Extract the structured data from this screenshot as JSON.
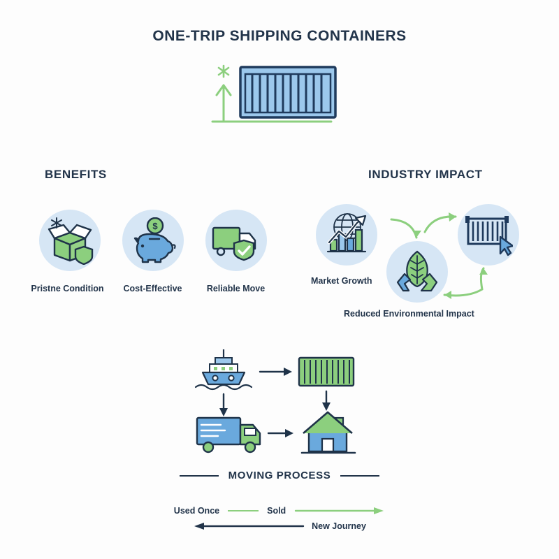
{
  "title": "ONE-TRIP SHIPPING CONTAINERS",
  "colors": {
    "background": "#fdfdfd",
    "navy": "#22344a",
    "green": "#8ccf7e",
    "green_dark": "#7cbf6b",
    "blue": "#6aa9dd",
    "blue_light": "#9cc8ec",
    "circle_bg": "#d6e6f5"
  },
  "hero": {
    "container_icon": "shipping-container-icon",
    "arrow_icon": "up-arrow-icon",
    "sparkle_icon": "sparkle-icon"
  },
  "benefits": {
    "heading": "BENEFITS",
    "items": [
      {
        "label": "Pristne Condition",
        "icon": "open-box-shield-icon"
      },
      {
        "label": "Cost-Effective",
        "icon": "piggy-bank-icon"
      },
      {
        "label": "Reliable Move",
        "icon": "truck-shield-check-icon"
      }
    ]
  },
  "impact": {
    "heading": "INDUSTRY IMPACT",
    "items": [
      {
        "label": "Market Growth",
        "icon": "globe-bar-chart-growth-icon"
      },
      {
        "label": "Reduced Environmental Impact",
        "icon": "leaf-recycle-icon"
      },
      {
        "label": "",
        "icon": "container-cursor-icon"
      }
    ]
  },
  "process": {
    "heading": "MOVING PROCESS",
    "nodes": [
      {
        "icon": "cargo-ship-icon"
      },
      {
        "icon": "green-container-icon"
      },
      {
        "icon": "delivery-truck-icon"
      },
      {
        "icon": "house-icon"
      }
    ]
  },
  "legend": {
    "used_once": "Used Once",
    "sold": "Sold",
    "new_journey": "New Journey"
  }
}
